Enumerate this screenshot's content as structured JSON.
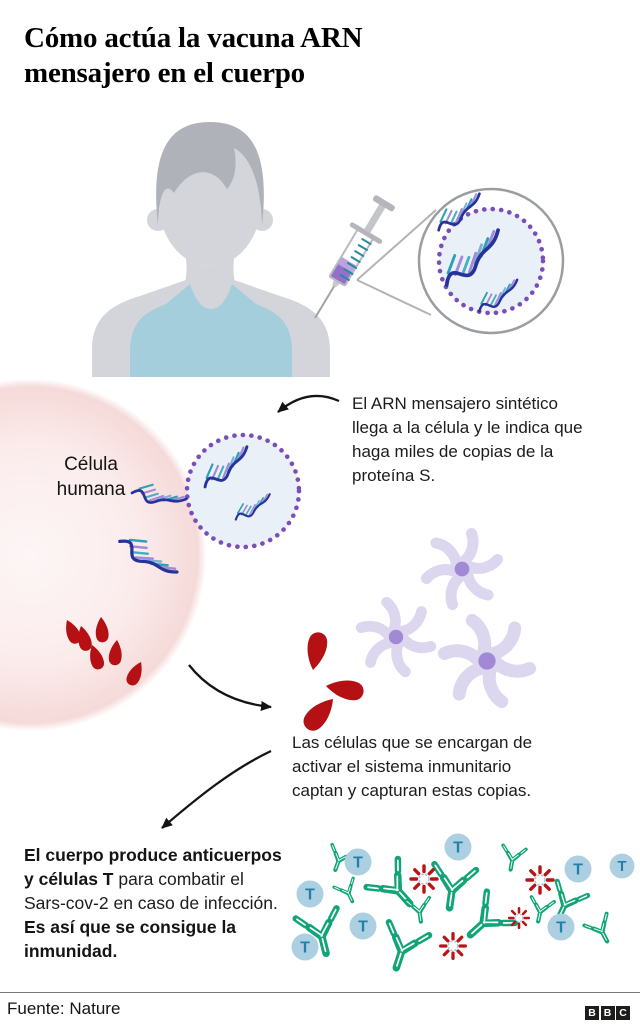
{
  "title": {
    "lines": [
      "Cómo actúa la vacuna ARN",
      "mensajero en el cuerpo"
    ]
  },
  "cell": {
    "label_lines": [
      "Célula",
      "humana"
    ]
  },
  "annotations": {
    "mrna_arrival": {
      "lines": [
        "El ARN mensajero sintético",
        "llega a la célula y le indica que",
        "haga miles de copias de la",
        "proteína S."
      ]
    },
    "immune_capture": {
      "lines": [
        "Las células que se encargan de",
        "activar el sistema inmunitario",
        "captan y capturan estas copias."
      ]
    },
    "immunity": {
      "lines": [
        [
          {
            "b": "El cuerpo produce anticuerpos"
          }
        ],
        [
          {
            "b": "y células T"
          },
          {
            "r": " para combatir el"
          }
        ],
        [
          {
            "r": "Sars-cov-2 en caso de infección."
          }
        ],
        [
          {
            "b": "Es así que se consigue la"
          }
        ],
        [
          {
            "b": "inmunidad."
          }
        ]
      ]
    }
  },
  "icons": {
    "tcell_letter": "T",
    "names": [
      "person-silhouette",
      "syringe-icon",
      "magnifier-circle",
      "mrna-strand-icon",
      "human-cell-blob",
      "membrane-dotted-circle",
      "protein-drop-icon",
      "dendritic-cell-icon",
      "antibody-icon",
      "tcell-icon",
      "virus-icon",
      "arrow-icon"
    ]
  },
  "footer": {
    "source": "Fuente: Nature",
    "logo": [
      "B",
      "B",
      "C"
    ]
  },
  "colors": {
    "protein_red": "#b51114",
    "antibody_green": "#10a477",
    "tcell_blue": "#accfe2",
    "tcell_letter_blue": "#2180ac",
    "mrna_navy": "#26339b",
    "membrane_purple": "#7a4fb5",
    "flower_lavender": "#ddd6ef",
    "shirt_teal": "#a5cedd",
    "cell_pink": "#f5dad9",
    "syringe_purple": "#9470cc"
  }
}
